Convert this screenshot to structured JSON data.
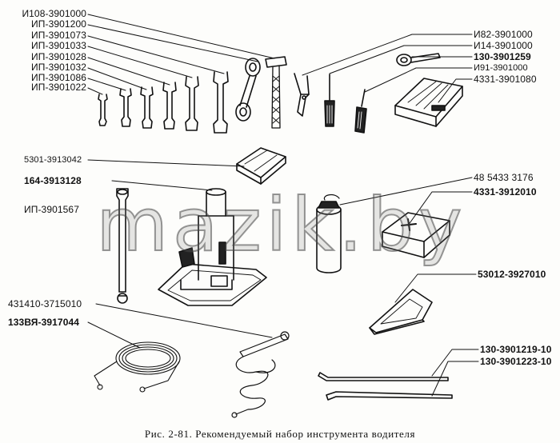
{
  "labels": {
    "i108": "И108-3901000",
    "ip3901200": "ИП-3901200",
    "ip3901073": "ИП-3901073",
    "ip3901033": "ИП-3901033",
    "ip3901028": "ИП-3901028",
    "ip3901032": "ИП-3901032",
    "ip3901086": "ИП-3901086",
    "ip3901022": "ИП-3901022",
    "i82": "И82-3901000",
    "i14": "И14-3901000",
    "k130_3901259": "130-3901259",
    "i91": "И91-3901000",
    "k4331_3901080": "4331-3901080",
    "k5301_3913042": "5301-3913042",
    "k164_3913128": "164-3913128",
    "ip3901567": "ИП-3901567",
    "k48_5433": "48 5433 3176",
    "k4331_3912010": "4331-3912010",
    "k53012_3927010": "53012-3927010",
    "k431410": "431410-3715010",
    "k133": "133ВЯ-3917044",
    "k130_3901219": "130-3901219-10",
    "k130_3901223": "130-3901223-10"
  },
  "watermark": "mazik.by",
  "caption": "Рис. 2-81. Рекомендуемый набор инструмента водителя"
}
